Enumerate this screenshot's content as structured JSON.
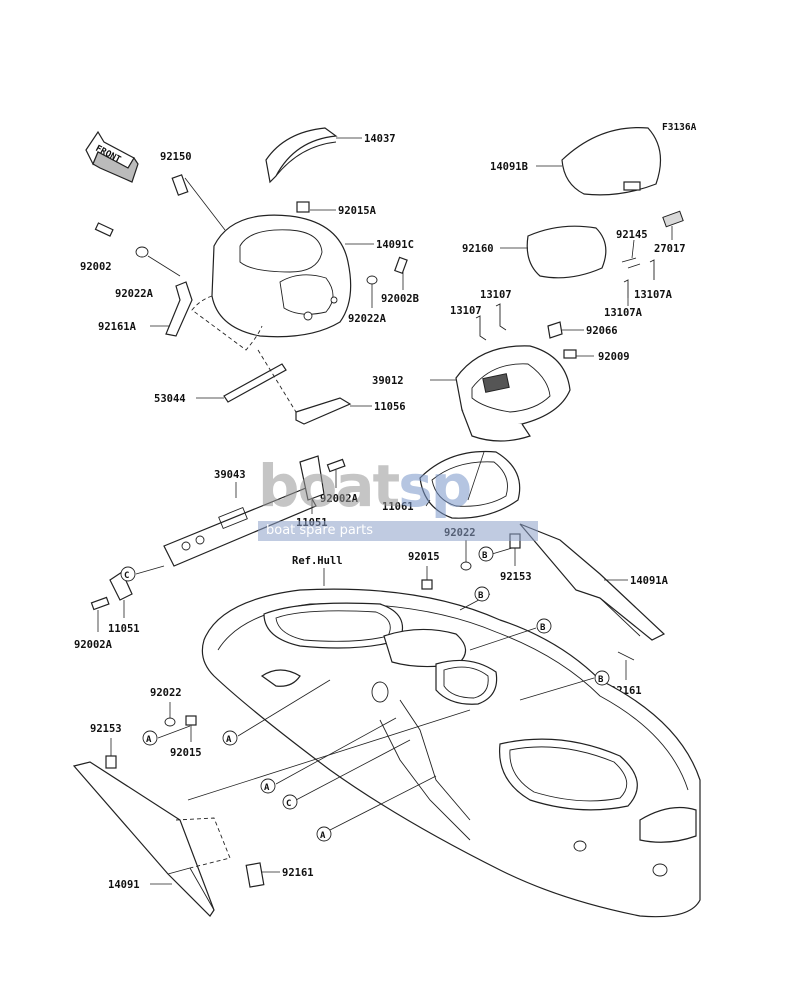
{
  "figure_code": "F3136A",
  "front_label": "FRONT",
  "ref_label": "Ref.Hull",
  "watermark": {
    "logo_main": "boat",
    "logo_accent": "sp",
    "subtitle": "boat spare parts"
  },
  "callouts": [
    "A",
    "B",
    "C"
  ],
  "part_labels": {
    "p14037": "14037",
    "p92150": "92150",
    "p92015A": "92015A",
    "p14091C": "14091C",
    "p92002_a": "92002",
    "p92022A_a": "92022A",
    "p92002B": "92002B",
    "p92022A_b": "92022A",
    "p92161A": "92161A",
    "p53044": "53044",
    "p11056": "11056",
    "p14091B": "14091B",
    "p92145": "92145",
    "p27017": "27017",
    "p92160": "92160",
    "p13107_a": "13107",
    "p13107_b": "13107",
    "p13107A_a": "13107A",
    "p13107A_b": "13107A",
    "p92066": "92066",
    "p92009": "92009",
    "p39012": "39012",
    "p39043": "39043",
    "p92002A_a": "92002A",
    "p11051_a": "11051",
    "p11061": "11061",
    "p92022_a": "92022",
    "p92015_a": "92015",
    "p92153_a": "92153",
    "p14091A": "14091A",
    "p11051_b": "11051",
    "p92002A_b": "92002A",
    "p92161_a": "92161",
    "p92022_b": "92022",
    "p92153_b": "92153",
    "p92015_b": "92015",
    "p14091": "14091",
    "p92161_b": "92161"
  }
}
